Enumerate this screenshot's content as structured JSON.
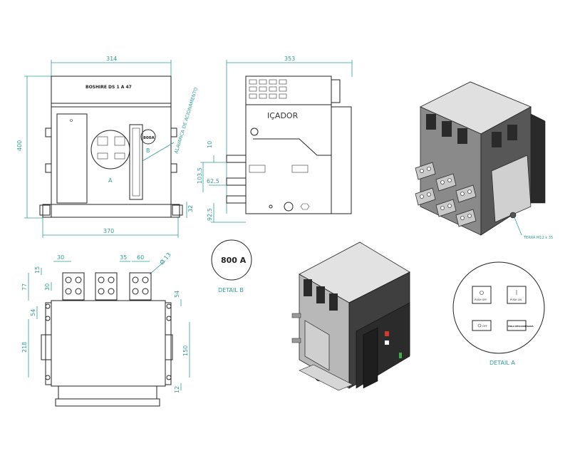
{
  "front_view": {
    "dim_width": "314",
    "dim_height": "400",
    "dim_base_width": "370",
    "dim_offset": "32",
    "nameplate": "BOSHIRE DS 1 A 47",
    "handle_label": "ALAVANCA DE ACIONAMENTO",
    "callout_a": "A",
    "callout_b": "B",
    "badge_small": "800A"
  },
  "side_view": {
    "dim_depth": "353",
    "dim_a": "10",
    "dim_b": "103.5",
    "dim_c": "62.5",
    "dim_d": "92.5",
    "lift_label": "IÇADOR"
  },
  "top_view": {
    "dim_30a": "30",
    "dim_35": "35",
    "dim_60": "60",
    "dim_15a": "15",
    "dim_30b": "30",
    "dim_77": "77",
    "dim_54a": "54",
    "dim_54b": "54",
    "dim_218": "218",
    "dim_150": "150",
    "dim_12": "12",
    "dim_hole": "Ø 13"
  },
  "detail_b": {
    "rating": "800 A",
    "caption": "DETAIL B"
  },
  "detail_a": {
    "caption": "DETAIL A",
    "btn_off_label": "PUSH OFF",
    "btn_on_label": "PUSH ON",
    "ind_off_label": "OFF",
    "ind_spring_label": "MOLA DESCARREGADA"
  },
  "iso_view": {
    "ground_label": "TERRA M12 x 35"
  },
  "colors": {
    "dimension": "#2e9e96",
    "outline": "#222222",
    "body_dark": "#3d3d3d",
    "body_mid": "#6b6b6b",
    "body_light": "#d8d8d8",
    "handle_red": "#d23a2a",
    "indicator_green": "#3fae4a"
  }
}
